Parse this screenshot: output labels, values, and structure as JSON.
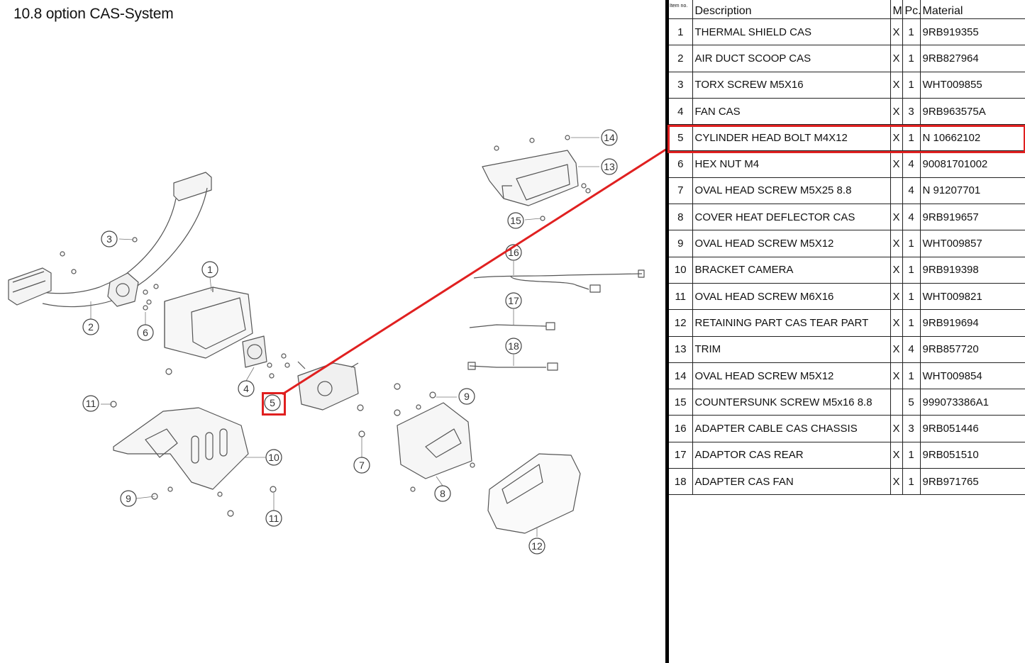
{
  "page": {
    "title": "10.8  option CAS-System"
  },
  "table": {
    "headers": {
      "item": "Item no.",
      "description": "Description",
      "m": "M",
      "pc": "Pc.",
      "material": "Material"
    },
    "rows": [
      {
        "item": "1",
        "description": "THERMAL SHIELD CAS",
        "m": "X",
        "pc": "1",
        "material": "9RB919355"
      },
      {
        "item": "2",
        "description": "AIR DUCT SCOOP CAS",
        "m": "X",
        "pc": "1",
        "material": "9RB827964"
      },
      {
        "item": "3",
        "description": "TORX SCREW M5X16",
        "m": "X",
        "pc": "1",
        "material": "WHT009855"
      },
      {
        "item": "4",
        "description": "FAN CAS",
        "m": "X",
        "pc": "3",
        "material": "9RB963575A"
      },
      {
        "item": "5",
        "description": "CYLINDER HEAD BOLT M4X12",
        "m": "X",
        "pc": "1",
        "material": "N 10662102"
      },
      {
        "item": "6",
        "description": "HEX NUT M4",
        "m": "X",
        "pc": "4",
        "material": "90081701002"
      },
      {
        "item": "7",
        "description": "OVAL HEAD SCREW M5X25 8.8",
        "m": "",
        "pc": "4",
        "material": "N 91207701"
      },
      {
        "item": "8",
        "description": "COVER HEAT DEFLECTOR CAS",
        "m": "X",
        "pc": "4",
        "material": "9RB919657"
      },
      {
        "item": "9",
        "description": "OVAL HEAD SCREW M5X12",
        "m": "X",
        "pc": "1",
        "material": "WHT009857"
      },
      {
        "item": "10",
        "description": "BRACKET CAMERA",
        "m": "X",
        "pc": "1",
        "material": "9RB919398"
      },
      {
        "item": "11",
        "description": "OVAL HEAD SCREW M6X16",
        "m": "X",
        "pc": "1",
        "material": "WHT009821"
      },
      {
        "item": "12",
        "description": "RETAINING PART CAS TEAR PART",
        "m": "X",
        "pc": "1",
        "material": "9RB919694"
      },
      {
        "item": "13",
        "description": "TRIM",
        "m": "X",
        "pc": "4",
        "material": "9RB857720"
      },
      {
        "item": "14",
        "description": "OVAL HEAD SCREW M5X12",
        "m": "X",
        "pc": "1",
        "material": "WHT009854"
      },
      {
        "item": "15",
        "description": "COUNTERSUNK SCREW M5x16 8.8",
        "m": "",
        "pc": "5",
        "material": "999073386A1"
      },
      {
        "item": "16",
        "description": "ADAPTER CABLE CAS CHASSIS",
        "m": "X",
        "pc": "3",
        "material": "9RB051446"
      },
      {
        "item": "17",
        "description": "ADAPTOR CAS REAR",
        "m": "X",
        "pc": "1",
        "material": "9RB051510"
      },
      {
        "item": "18",
        "description": "ADAPTER CAS FAN",
        "m": "X",
        "pc": "1",
        "material": "9RB971765"
      }
    ]
  },
  "highlight": {
    "item": "5",
    "color": "#e02020"
  },
  "callouts": [
    "1",
    "2",
    "3",
    "4",
    "5",
    "6",
    "7",
    "8",
    "9",
    "9",
    "10",
    "11",
    "11",
    "12",
    "13",
    "14",
    "15",
    "16",
    "17",
    "18"
  ]
}
